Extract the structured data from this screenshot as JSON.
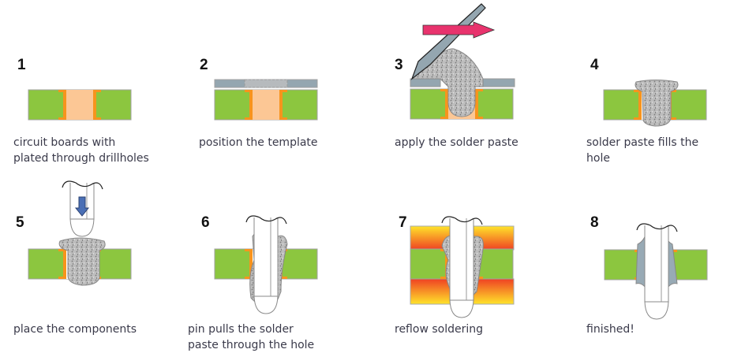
{
  "colors": {
    "board": "#8cc63f",
    "plating": "#f7941d",
    "hole": "#fcc795",
    "template": "#94a6b0",
    "paste": "#b5b5b5",
    "arrow": "#e8336d",
    "pin": "#ffffff",
    "heat_outer": "#ffe42a",
    "heat_inner": "#ef4123",
    "solder": "#98aab5"
  },
  "steps": [
    {
      "number": "1",
      "caption": [
        "circuit boards with",
        "plated through drillholes"
      ]
    },
    {
      "number": "2",
      "caption": [
        "position the template"
      ]
    },
    {
      "number": "3",
      "caption": [
        "apply the solder paste"
      ]
    },
    {
      "number": "4",
      "caption": [
        "solder paste fills the",
        "hole"
      ]
    },
    {
      "number": "5",
      "caption": [
        "place the components"
      ]
    },
    {
      "number": "6",
      "caption": [
        "pin pulls the solder",
        "paste through the hole"
      ]
    },
    {
      "number": "7",
      "caption": [
        "reflow soldering"
      ]
    },
    {
      "number": "8",
      "caption": [
        "finished!"
      ]
    }
  ]
}
